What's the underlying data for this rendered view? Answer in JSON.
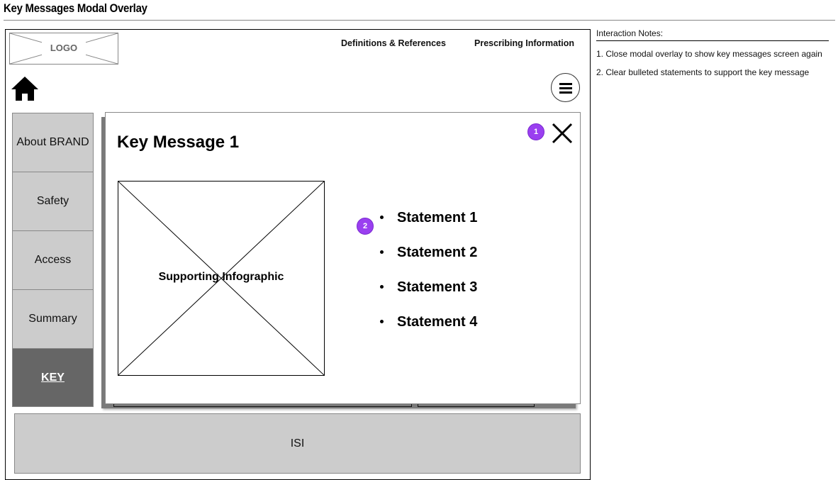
{
  "page": {
    "title": "Key Messages Modal Overlay"
  },
  "header": {
    "logo_label": "LOGO",
    "links": [
      {
        "label": "Definitions & References"
      },
      {
        "label": "Prescribing Information"
      }
    ],
    "home_icon": "home-icon",
    "menu_icon": "hamburger-menu-icon"
  },
  "sidebar": {
    "items": [
      {
        "label": "About BRAND",
        "active": false
      },
      {
        "label": "Safety",
        "active": false
      },
      {
        "label": "Access",
        "active": false
      },
      {
        "label": "Summary",
        "active": false
      },
      {
        "label": "KEY",
        "active": true
      }
    ]
  },
  "modal": {
    "title": "Key Message 1",
    "close_icon": "close-x-icon",
    "infographic_label": "Supporting Infographic",
    "statements": [
      {
        "label": "Statement 1"
      },
      {
        "label": "Statement 2"
      },
      {
        "label": "Statement 3"
      },
      {
        "label": "Statement 4"
      }
    ],
    "annotation_badges": [
      {
        "number": "1"
      },
      {
        "number": "2"
      }
    ]
  },
  "footer": {
    "isi_label": "ISI"
  },
  "notes": {
    "title": "Interaction Notes:",
    "items": [
      {
        "text": "1. Close modal overlay to show key messages screen again"
      },
      {
        "text": "2. Clear bulleted statements to support the key message"
      }
    ]
  },
  "colors": {
    "nav_inactive": "#cccccc",
    "nav_active": "#666666",
    "badge": "#9a3ff0",
    "isi_bg": "#cccccc"
  }
}
